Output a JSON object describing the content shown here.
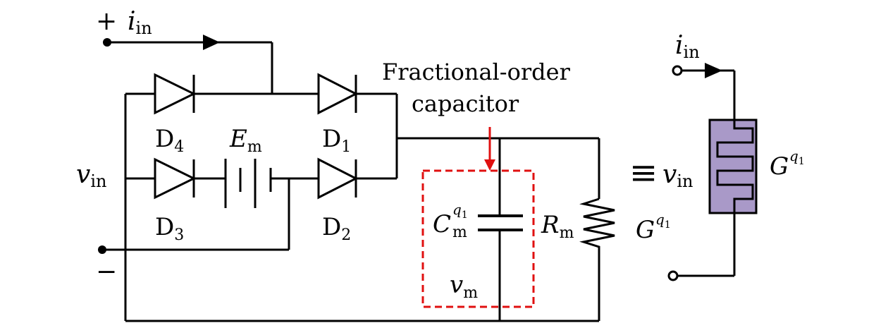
{
  "colors": {
    "wire": "#000000",
    "highlight": "#e01010",
    "memristor_fill": "#a999c8"
  },
  "labels": {
    "plus": "+",
    "minus": "−",
    "i": "i",
    "in_sub": "in",
    "v": "v",
    "m_sub": "m",
    "D4": "D",
    "D4_sub": "4",
    "D1": "D",
    "D1_sub": "1",
    "D3": "D",
    "D3_sub": "3",
    "D2": "D",
    "D2_sub": "2",
    "E": "E",
    "C": "C",
    "q1_sup": "q",
    "q1_sup_sub": "1",
    "R": "R",
    "G": "G",
    "callout_line1": "Fractional-order",
    "callout_line2": "capacitor",
    "equiv": "≡"
  },
  "icons": [
    "diode-icon",
    "battery-icon",
    "capacitor-icon",
    "resistor-icon",
    "memristor-icon",
    "terminal-icon",
    "arrow-icon"
  ]
}
